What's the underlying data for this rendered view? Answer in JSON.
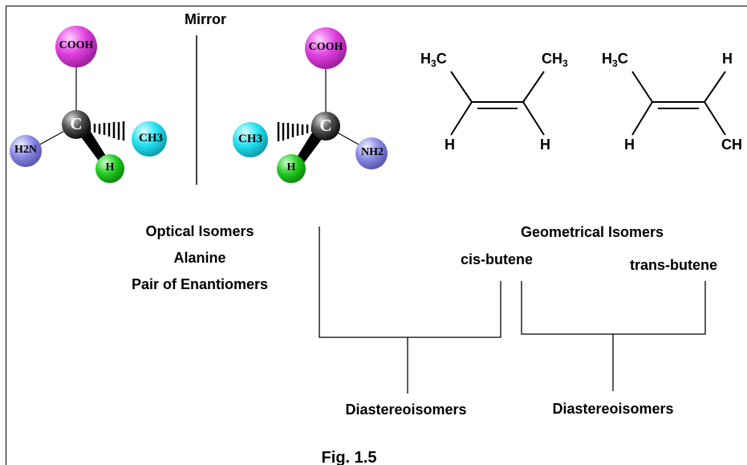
{
  "figure": {
    "mirror_label": "Mirror",
    "optical": {
      "title": "Optical Isomers",
      "compound": "Alanine",
      "pair": "Pair of Enantiomers",
      "left_molecule": {
        "cooh": "COOH",
        "carbon": "C",
        "amine": "H2N",
        "hydrogen": "H",
        "methyl": "CH3"
      },
      "right_molecule": {
        "cooh": "COOH",
        "carbon": "C",
        "amine": "NH2",
        "hydrogen": "H",
        "methyl": "CH3"
      }
    },
    "geometrical": {
      "title": "Geometrical Isomers",
      "cis_label": "cis-butene",
      "trans_label": "trans-butene",
      "cis": {
        "top_left": "H",
        "top_left_sub": "3",
        "top_left_tail": "C",
        "top_right": "CH",
        "top_right_sub": "3",
        "bottom_left": "H",
        "bottom_right": "H"
      },
      "trans": {
        "top_left": "H",
        "top_left_sub": "3",
        "top_left_tail": "C",
        "top_right": "H",
        "bottom_left": "H",
        "bottom_right": "CH"
      }
    },
    "diastereo_left": "Diastereoisomers",
    "diastereo_right": "Diastereoisomers",
    "caption": "Fig. 1.5",
    "colors": {
      "cooh": "#e040e0",
      "amine": "#8a8ae6",
      "hydrogen": "#22cc22",
      "methyl": "#22e0f0",
      "carbon": "#333333"
    }
  }
}
